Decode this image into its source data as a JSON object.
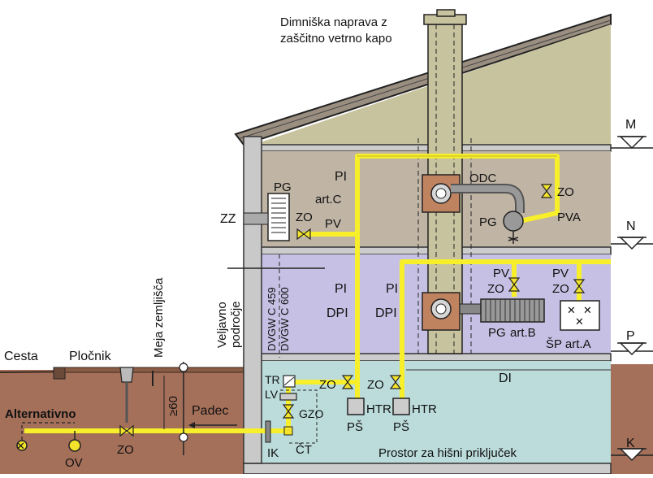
{
  "labels": {
    "chimney_caption_1": "Dimniška naprava z",
    "chimney_caption_2": "zaščitno vetrno kapo",
    "level_m": "M",
    "level_n": "N",
    "level_p": "P",
    "level_k": "K",
    "attic_pi": "PI",
    "pg_heater": "PG",
    "art_c": "art.C",
    "zz": "ZZ",
    "zo_heater": "ZO",
    "pv_heater": "PV",
    "odc": "ODC",
    "zo_odc": "ZO",
    "pva": "PVA",
    "pg_odc": "PG",
    "pv_left": "PV",
    "zo_left": "ZO",
    "pv_right": "PV",
    "zo_right": "ZO",
    "dvgw_459": "DVGW C 459",
    "dvgw_600": "DVGW C 600",
    "pi_1": "PI",
    "pi_2": "PI",
    "dpi_1": "DPI",
    "dpi_2": "DPI",
    "veljavno_1": "Veljavno",
    "veljavno_2": "področje",
    "meja": "Meja zemljišča",
    "pg_artb": "PG",
    "artb": "art.B",
    "sp_arta": "ŠP art.A",
    "cesta": "Cesta",
    "plocnik": "Pločnik",
    "tr": "TR",
    "lv": "LV",
    "gzo": "GZO",
    "zo_htr1": "ZO",
    "zo_htr2": "ZO",
    "htr1": "HTR",
    "htr2": "HTR",
    "ps1": "PŠ",
    "ps2": "PŠ",
    "di": "DI",
    "ge60": "≥60",
    "padec": "Padec",
    "alternativno": "Alternativno",
    "ov": "OV",
    "zo_street": "ZO",
    "ik": "IK",
    "ct": "ČT",
    "prostor": "Prostor za hišni priključek"
  },
  "colors": {
    "gas_pipe": "#f7ef2a",
    "attic_wall": "#c8c39f",
    "upper_floor": "#c0b4a5",
    "middle_floor": "#c6c1e4",
    "basement": "#bcdcdc",
    "soil": "#a5705a",
    "chimney": "#c8c39f",
    "appliance": "#c08360",
    "valve": "#f4e32a"
  }
}
